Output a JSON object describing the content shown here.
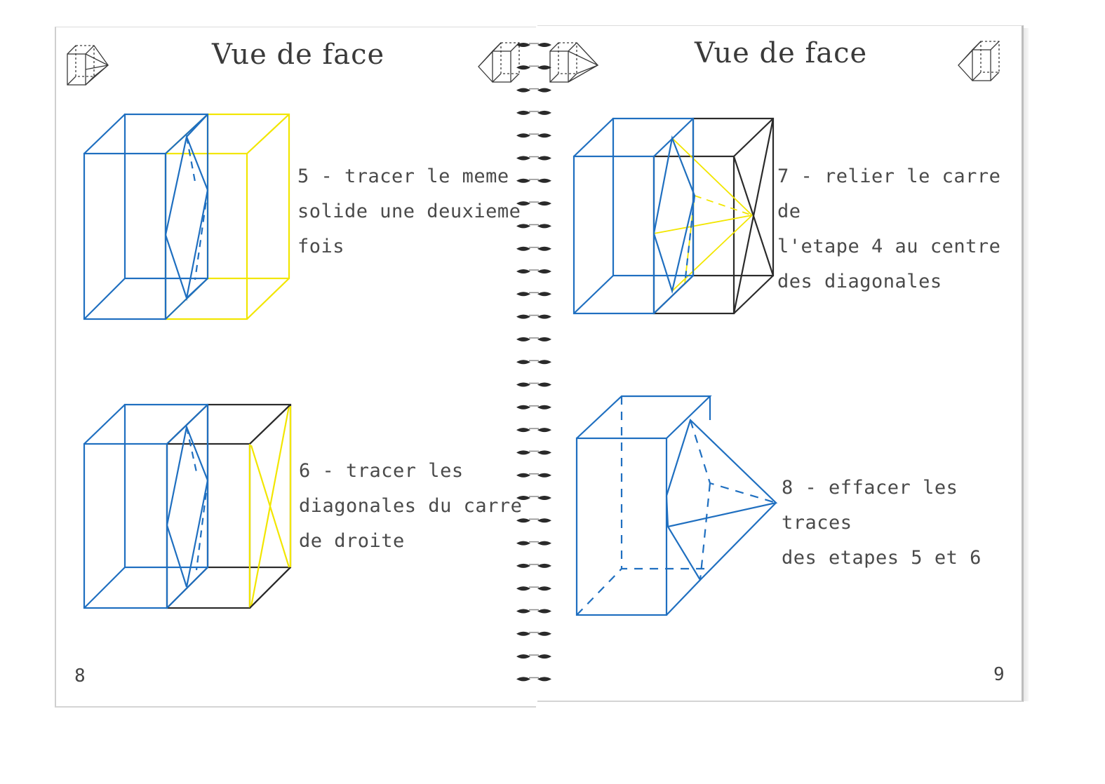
{
  "left_page": {
    "title": "Vue de face",
    "page_number": "8",
    "steps": [
      {
        "lines": [
          "5 - tracer le meme",
          "solide une deuxieme",
          "fois"
        ]
      },
      {
        "lines": [
          "6 - tracer les",
          "diagonales du carre",
          "de droite"
        ]
      }
    ]
  },
  "right_page": {
    "title": "Vue de face",
    "page_number": "9",
    "steps": [
      {
        "lines": [
          "7 - relier le carre de",
          "l'etape 4 au centre",
          "des diagonales"
        ]
      },
      {
        "lines": [
          "8 - effacer les traces",
          "des etapes 5 et 6"
        ]
      }
    ]
  },
  "colors": {
    "blue": "#1f6fc0",
    "yellow": "#f2e600",
    "black": "#2b2b2b",
    "text": "#4a4a4a"
  },
  "icons": [
    "prism-corner-icon",
    "spiral-binding"
  ]
}
